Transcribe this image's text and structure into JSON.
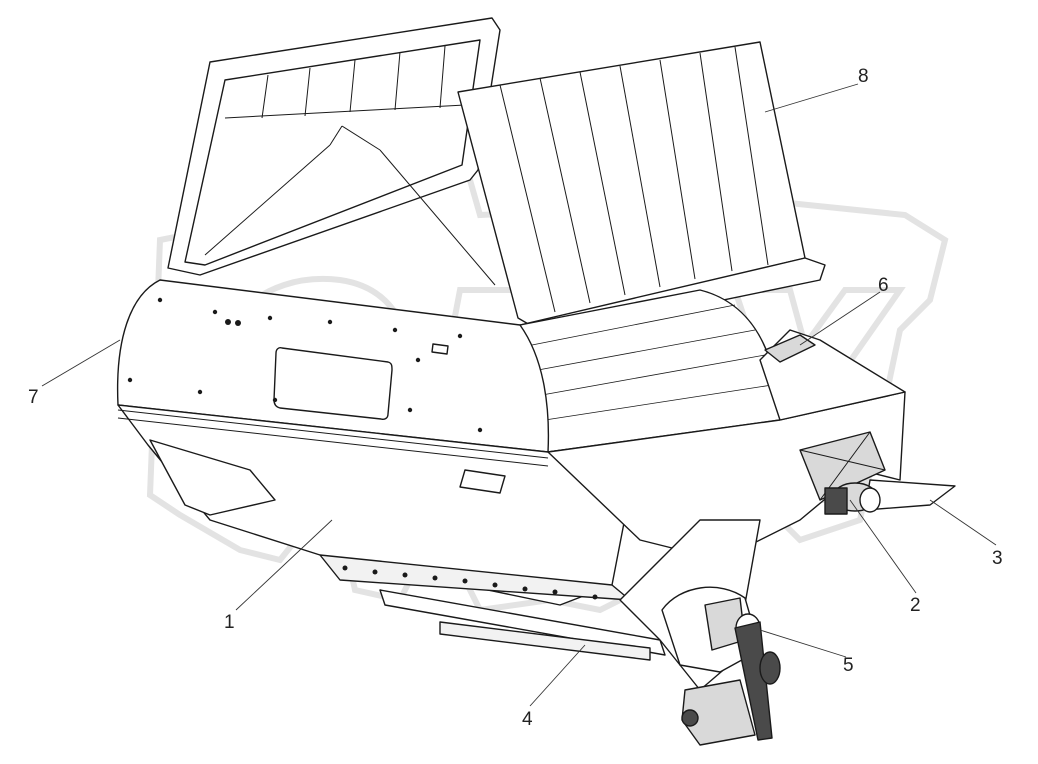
{
  "watermark": {
    "text": "OPEX",
    "color": "#e6e6e6"
  },
  "callouts": [
    "1",
    "2",
    "3",
    "4",
    "5",
    "6",
    "7",
    "8"
  ],
  "colors": {
    "line": "#1a1a1a",
    "fill": "#ffffff",
    "shade": "#d9d9d9",
    "dark": "#4a4a4a"
  }
}
